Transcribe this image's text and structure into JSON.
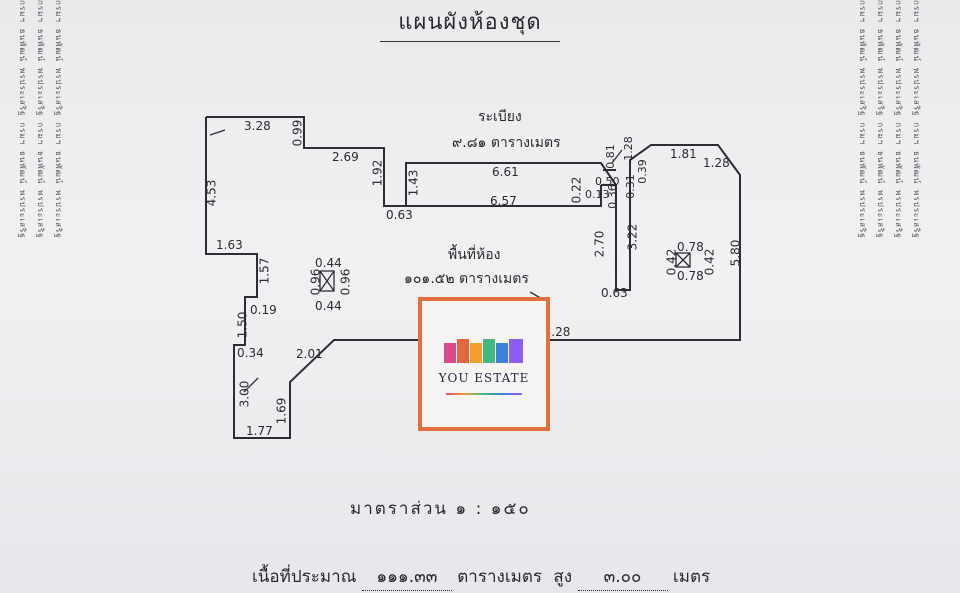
{
  "document": {
    "title": "แผนผังห้องชุด",
    "balcony": {
      "name": "ระเบียง",
      "area": "๙.๘๑ ตารางเมตร"
    },
    "room": {
      "name": "พื้นที่ห้อง",
      "area": "๑๐๑.๕๒ ตารางเมตร"
    },
    "scale": "มาตราส่วน ๑ : ๑๕๐",
    "footer": {
      "area_label": "เนื้อที่ประมาณ",
      "area_value": "๑๑๑.๓๓",
      "area_unit": "ตารางเมตร",
      "height_label": "สูง",
      "height_value": "๓.๐๐",
      "height_unit": "เมตร"
    }
  },
  "dimensions": {
    "d328": "3.28",
    "d099": "0.99",
    "d269": "2.69",
    "d192": "1.92",
    "d143": "1.43",
    "d661": "6.61",
    "d022": "0.22",
    "d081": "0.81",
    "d128a": "1.28",
    "d181": "1.81",
    "d128b": "1.28",
    "d050": "0.50",
    "d013": "0.13",
    "d036": "0.36",
    "d031": "0.31",
    "d039": "0.39",
    "d063a": "0.63",
    "d657": "6.57",
    "d453": "4.53",
    "d163": "1.63",
    "d157": "1.57",
    "d019": "0.19",
    "d044a": "0.44",
    "d096a": "0.96",
    "d096b": "0.96",
    "d044b": "0.44",
    "d270": "2.70",
    "d322": "3.22",
    "d063b": "0.63",
    "d042a": "0.42",
    "d078a": "0.78",
    "d042b": "0.42",
    "d078b": "0.78",
    "d580": "5.80",
    "d150": "1.50",
    "d034": "0.34",
    "d201": "2.01",
    "d1328": "13.28",
    "d300": "3.00",
    "d169": "1.69",
    "d177": "1.77"
  },
  "watermark": {
    "brand": "YOU ESTATE",
    "colors": [
      "#d94a8c",
      "#e4683d",
      "#f0a030",
      "#42b883",
      "#3b82d6",
      "#8b5cf6"
    ]
  },
  "stamp_text": "กรมฯ ธนพัฒน์ พรประเสริฐ กรมฯ ธนพัฒน์ พรประเสริฐ"
}
